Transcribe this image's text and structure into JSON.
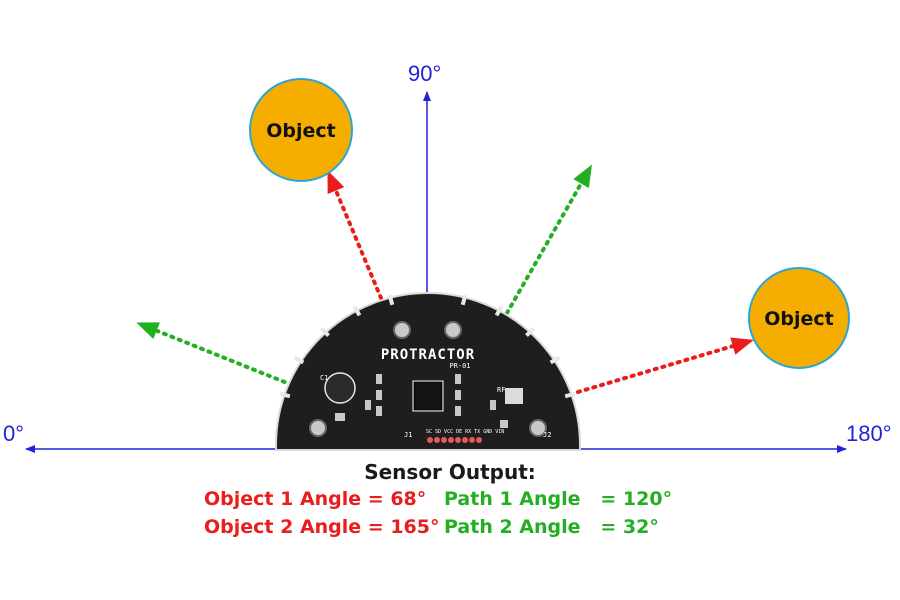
{
  "axis_labels": {
    "left": "0°",
    "top": "90°",
    "right": "180°"
  },
  "objects": [
    {
      "label": "Object"
    },
    {
      "label": "Object"
    }
  ],
  "board": {
    "title": "PROTRACTOR",
    "model": "PR-01",
    "pins": "SC SD VCC DE RX TX GND VIN",
    "c1": "C1",
    "j1": "J1",
    "j2": "J2",
    "rf": "RF"
  },
  "sensor_output": {
    "title": "Sensor Output:",
    "object1": "Object 1 Angle = 68°",
    "object2": "Object 2 Angle = 165°",
    "path1": "Path 1 Angle   = 120°",
    "path2": "Path 2 Angle   = 32°"
  },
  "colors": {
    "axis": "#2323d6",
    "object_fill": "#f5ae00",
    "object_stroke": "#2aa6d6",
    "object_arrow": "#ea1c1c",
    "path_arrow": "#22b022",
    "board": "#1e1e1e"
  }
}
